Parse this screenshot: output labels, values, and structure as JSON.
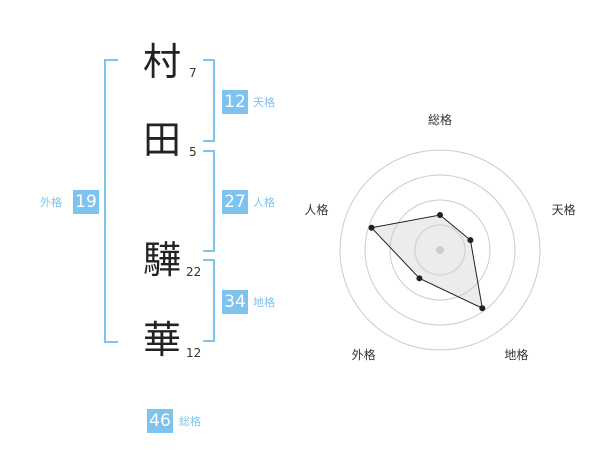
{
  "name_chars": [
    {
      "char": "村",
      "strokes": "7"
    },
    {
      "char": "田",
      "strokes": "5"
    },
    {
      "char": "驊",
      "strokes": "22"
    },
    {
      "char": "華",
      "strokes": "12"
    }
  ],
  "kaku": {
    "tenkaku": {
      "value": "12",
      "label": "天格"
    },
    "jinkaku": {
      "value": "27",
      "label": "人格"
    },
    "chikaku": {
      "value": "34",
      "label": "地格"
    },
    "gaikaku": {
      "value": "19",
      "label": "外格"
    },
    "soukaku": {
      "value": "46",
      "label": "総格"
    }
  },
  "colors": {
    "accent": "#7ec3ee",
    "grid": "#cccccc",
    "polygon": "#222222"
  },
  "chart_data": {
    "type": "radar",
    "axes": [
      "総格",
      "天格",
      "地格",
      "外格",
      "人格"
    ],
    "values": [
      0.35,
      0.32,
      0.72,
      0.35,
      0.72
    ],
    "max": 1,
    "rings": 4,
    "grid": true
  }
}
